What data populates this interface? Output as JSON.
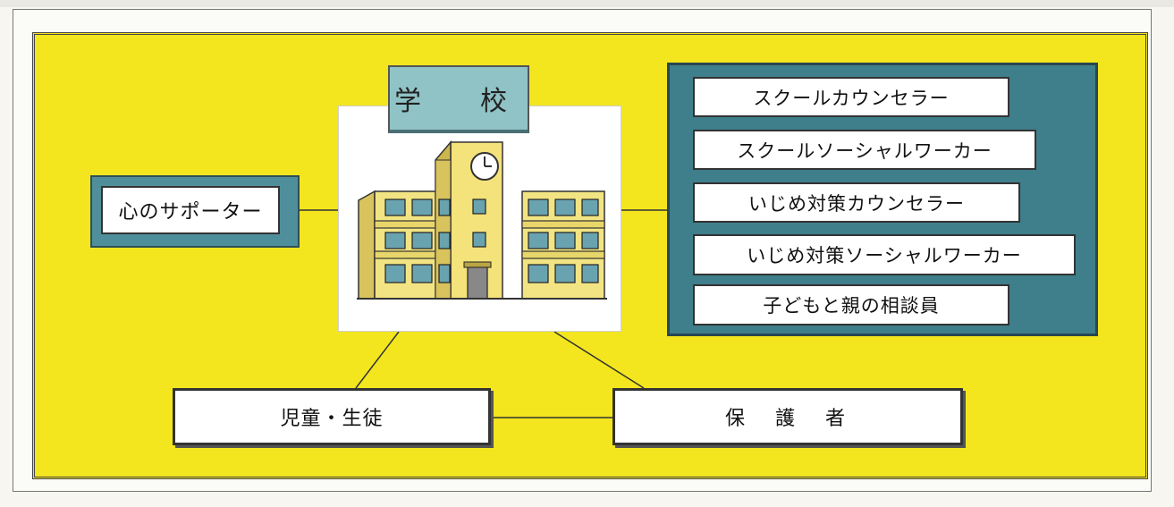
{
  "diagram": {
    "school_title": "学　校",
    "supporter": "心のサポーター",
    "staff": [
      "スクールカウンセラー",
      "スクールソーシャルワーカー",
      "いじめ対策カウンセラー",
      "いじめ対策ソーシャルワーカー",
      "子どもと親の相談員"
    ],
    "students": "児童・生徒",
    "guardians": "保　護　者"
  },
  "colors": {
    "panel_background": "#f3e61e",
    "school_title_fill": "#8fc3c6",
    "staff_frame_fill": "#3f7e8b",
    "label_fill": "#ffffff"
  },
  "icons": {
    "school": "school-building-icon"
  }
}
